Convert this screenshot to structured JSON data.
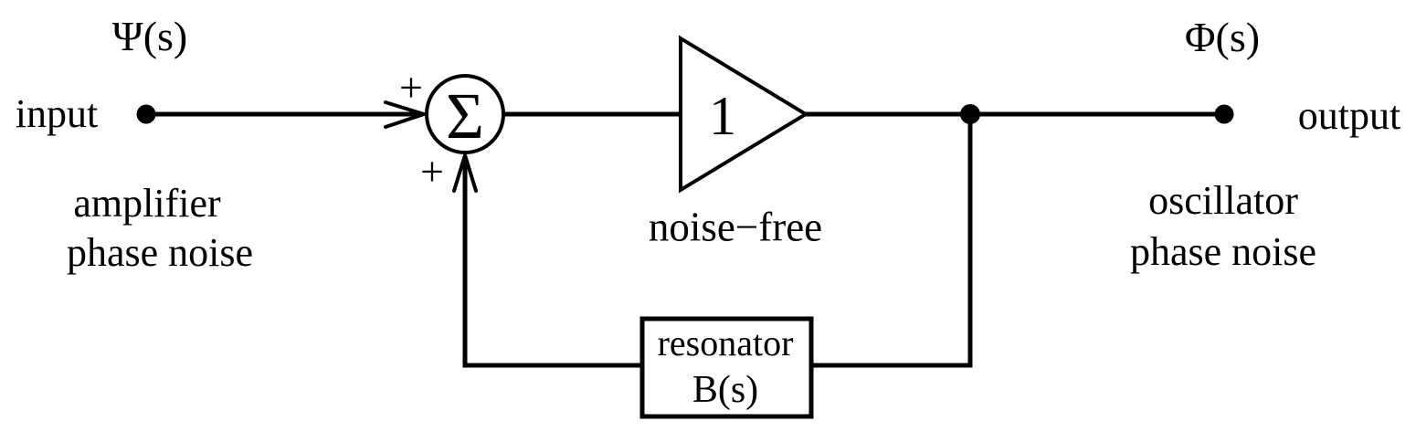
{
  "colors": {
    "ink": "#000000",
    "background": "#ffffff"
  },
  "diagram": {
    "input": {
      "signal_label": "Ψ(s)",
      "port_label": "input",
      "description_line1": "amplifier",
      "description_line2": "phase noise"
    },
    "summer": {
      "symbol": "Σ",
      "sign_top": "+",
      "sign_bottom": "+"
    },
    "amplifier": {
      "gain": "1",
      "caption": "noise−free"
    },
    "feedback": {
      "block_line1": "resonator",
      "block_line2": "B(s)"
    },
    "output": {
      "signal_label": "Φ(s)",
      "port_label": "output",
      "description_line1": "oscillator",
      "description_line2": "phase noise"
    }
  }
}
